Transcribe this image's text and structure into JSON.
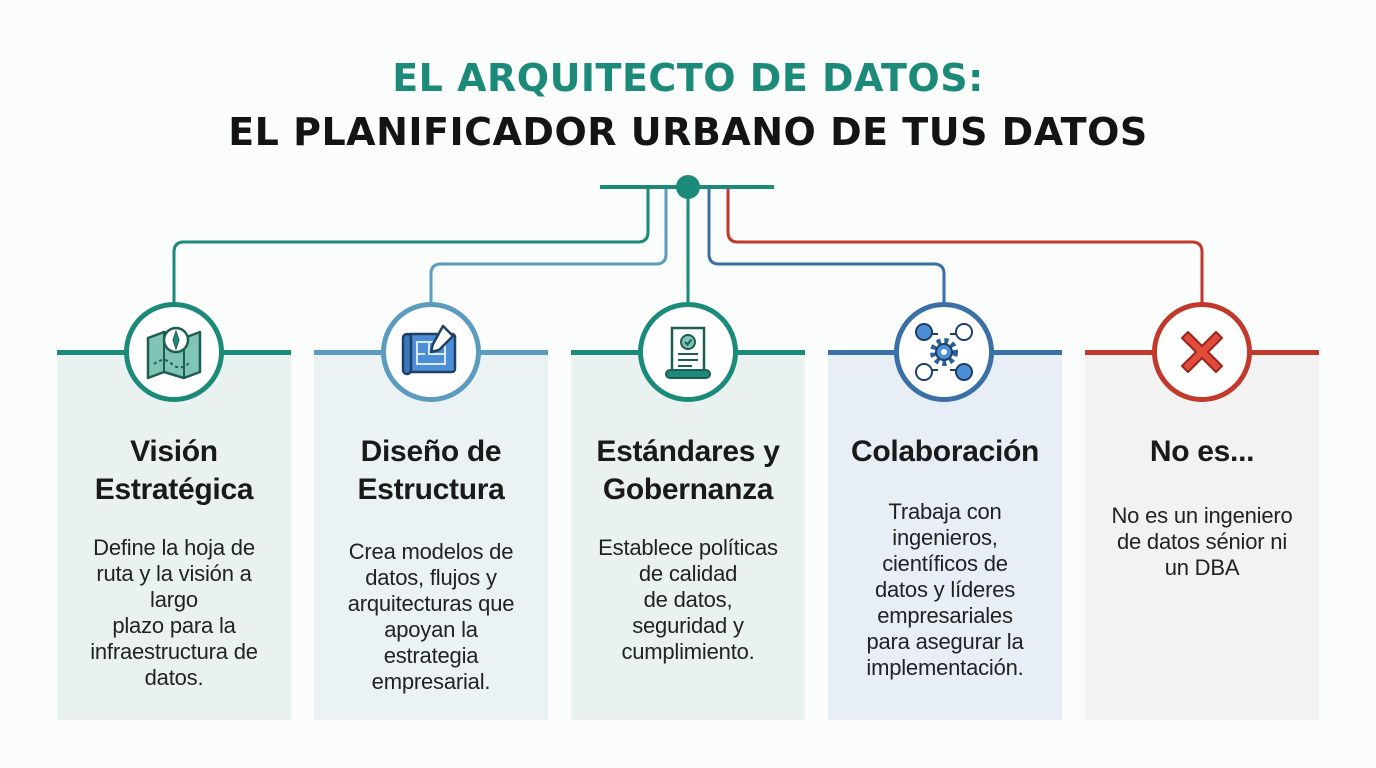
{
  "title": {
    "line1": "EL ARQUITECTO DE DATOS:",
    "line2": "EL PLANIFICADOR URBANO DE TUS DATOS"
  },
  "colors": {
    "teal": "#1c8a78",
    "light_blue": "#5b9bbf",
    "blue": "#3a6fa8",
    "red": "#c0392b"
  },
  "cards": [
    {
      "title": "Visión\nEstratégica",
      "description": "Define la hoja de\nruta y la visión a\nlargo\nplazo para la\ninfraestructura de\ndatos.",
      "icon": "map-compass-icon",
      "accent": "#1c8a78",
      "background": "#eaf2f1"
    },
    {
      "title": "Diseño de\nEstructura",
      "description": "Crea modelos de\ndatos, flujos y\narquitecturas que\napoyan la\nestrategia\nempresarial.",
      "icon": "blueprint-icon",
      "accent": "#5b9bbf",
      "background": "#eaf2f4"
    },
    {
      "title": "Estándares y\nGobernanza",
      "description": "Establece políticas\nde calidad\nde datos,\nseguridad y\ncumplimiento.",
      "icon": "certificate-scroll-icon",
      "accent": "#1c8a78",
      "background": "#eaf2f1"
    },
    {
      "title": "Colaboración",
      "description": "Trabaja con\ningenieros,\ncientíficos de\ndatos y líderes\nempresariales\npara asegurar la\nimplementación.",
      "icon": "team-gear-icon",
      "accent": "#3a6fa8",
      "background": "#e8eef6"
    },
    {
      "title": "No es...",
      "description": "No es un ingeniero\nde datos sénior ni\nun DBA",
      "icon": "red-x-icon",
      "accent": "#c0392b",
      "background": "#f2f2f2"
    }
  ]
}
